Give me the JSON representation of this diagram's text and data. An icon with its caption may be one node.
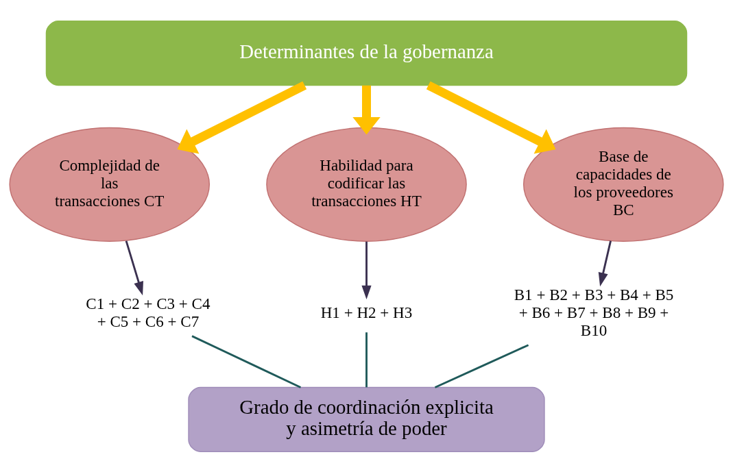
{
  "diagram": {
    "nodes": [
      {
        "text": [
          "Determinantes de la gobernanza"
        ]
      },
      {
        "text": [
          "Complejidad de las transacciones CT"
        ]
      },
      {
        "text": [
          "Habilidad para codificar las transacciones HT"
        ]
      },
      {
        "text": [
          "Base de capacidades de los proveedores BC"
        ]
      },
      {
        "text": [
          "C1 + C2 + C3 + C4 + C5 + C6 + C7"
        ]
      },
      {
        "text": [
          "H1 + H2 + H3"
        ]
      },
      {
        "text": [
          "B1 + B2 + B3 + B4 + B5 + B6 + B7 + B8 + B9 + B10"
        ]
      },
      {
        "text": [
          "Grado de coordinación explicita y asimetría de poder"
        ]
      }
    ],
    "edges": [
      {
        "from": 0,
        "to": 1,
        "arrow": "to",
        "style": "thick",
        "color": "#ffc000"
      },
      {
        "from": 0,
        "to": 2,
        "arrow": "to",
        "style": "thick",
        "color": "#ffc000"
      },
      {
        "from": 0,
        "to": 3,
        "arrow": "to",
        "style": "thick",
        "color": "#ffc000"
      },
      {
        "from": 1,
        "to": 4,
        "arrow": "to",
        "color": "#3b3150"
      },
      {
        "from": 2,
        "to": 5,
        "arrow": "to",
        "color": "#3b3150"
      },
      {
        "from": 3,
        "to": 6,
        "arrow": "to",
        "color": "#3b3150"
      },
      {
        "from": 4,
        "to": 7,
        "arrow": "none",
        "color": "#1f5a5a"
      },
      {
        "from": 5,
        "to": 7,
        "arrow": "none",
        "color": "#1f5a5a"
      },
      {
        "from": 6,
        "to": 7,
        "arrow": "none",
        "color": "#1f5a5a"
      }
    ]
  }
}
